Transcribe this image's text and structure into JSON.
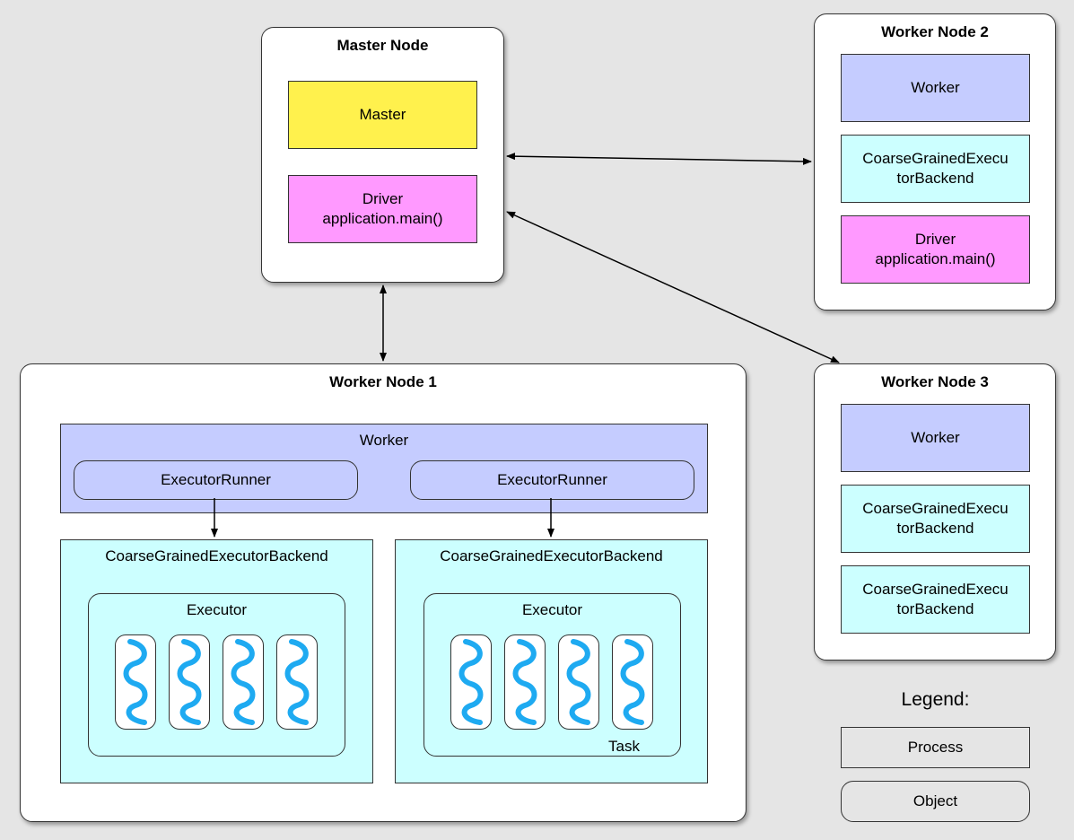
{
  "master_node": {
    "title": "Master Node",
    "master": "Master",
    "driver_line1": "Driver",
    "driver_line2": "application.main()"
  },
  "worker_node_2": {
    "title": "Worker Node 2",
    "worker": "Worker",
    "backend_line1": "CoarseGrainedExecu",
    "backend_line2": "torBackend",
    "driver_line1": "Driver",
    "driver_line2": "application.main()"
  },
  "worker_node_3": {
    "title": "Worker Node 3",
    "worker": "Worker",
    "backend_a_line1": "CoarseGrainedExecu",
    "backend_a_line2": "torBackend",
    "backend_b_line1": "CoarseGrainedExecu",
    "backend_b_line2": "torBackend"
  },
  "worker_node_1": {
    "title": "Worker Node 1",
    "worker": "Worker",
    "runner_left": "ExecutorRunner",
    "runner_right": "ExecutorRunner",
    "backend_left": "CoarseGrainedExecutorBackend",
    "backend_right": "CoarseGrainedExecutorBackend",
    "executor_left": "Executor",
    "executor_right": "Executor",
    "task_label": "Task"
  },
  "legend": {
    "title": "Legend:",
    "process": "Process",
    "object": "Object"
  },
  "colors": {
    "master": "#fff14d",
    "driver": "#ff99ff",
    "worker": "#c5ccff",
    "backend": "#ccffff",
    "task_squiggle": "#1eaaf1"
  }
}
